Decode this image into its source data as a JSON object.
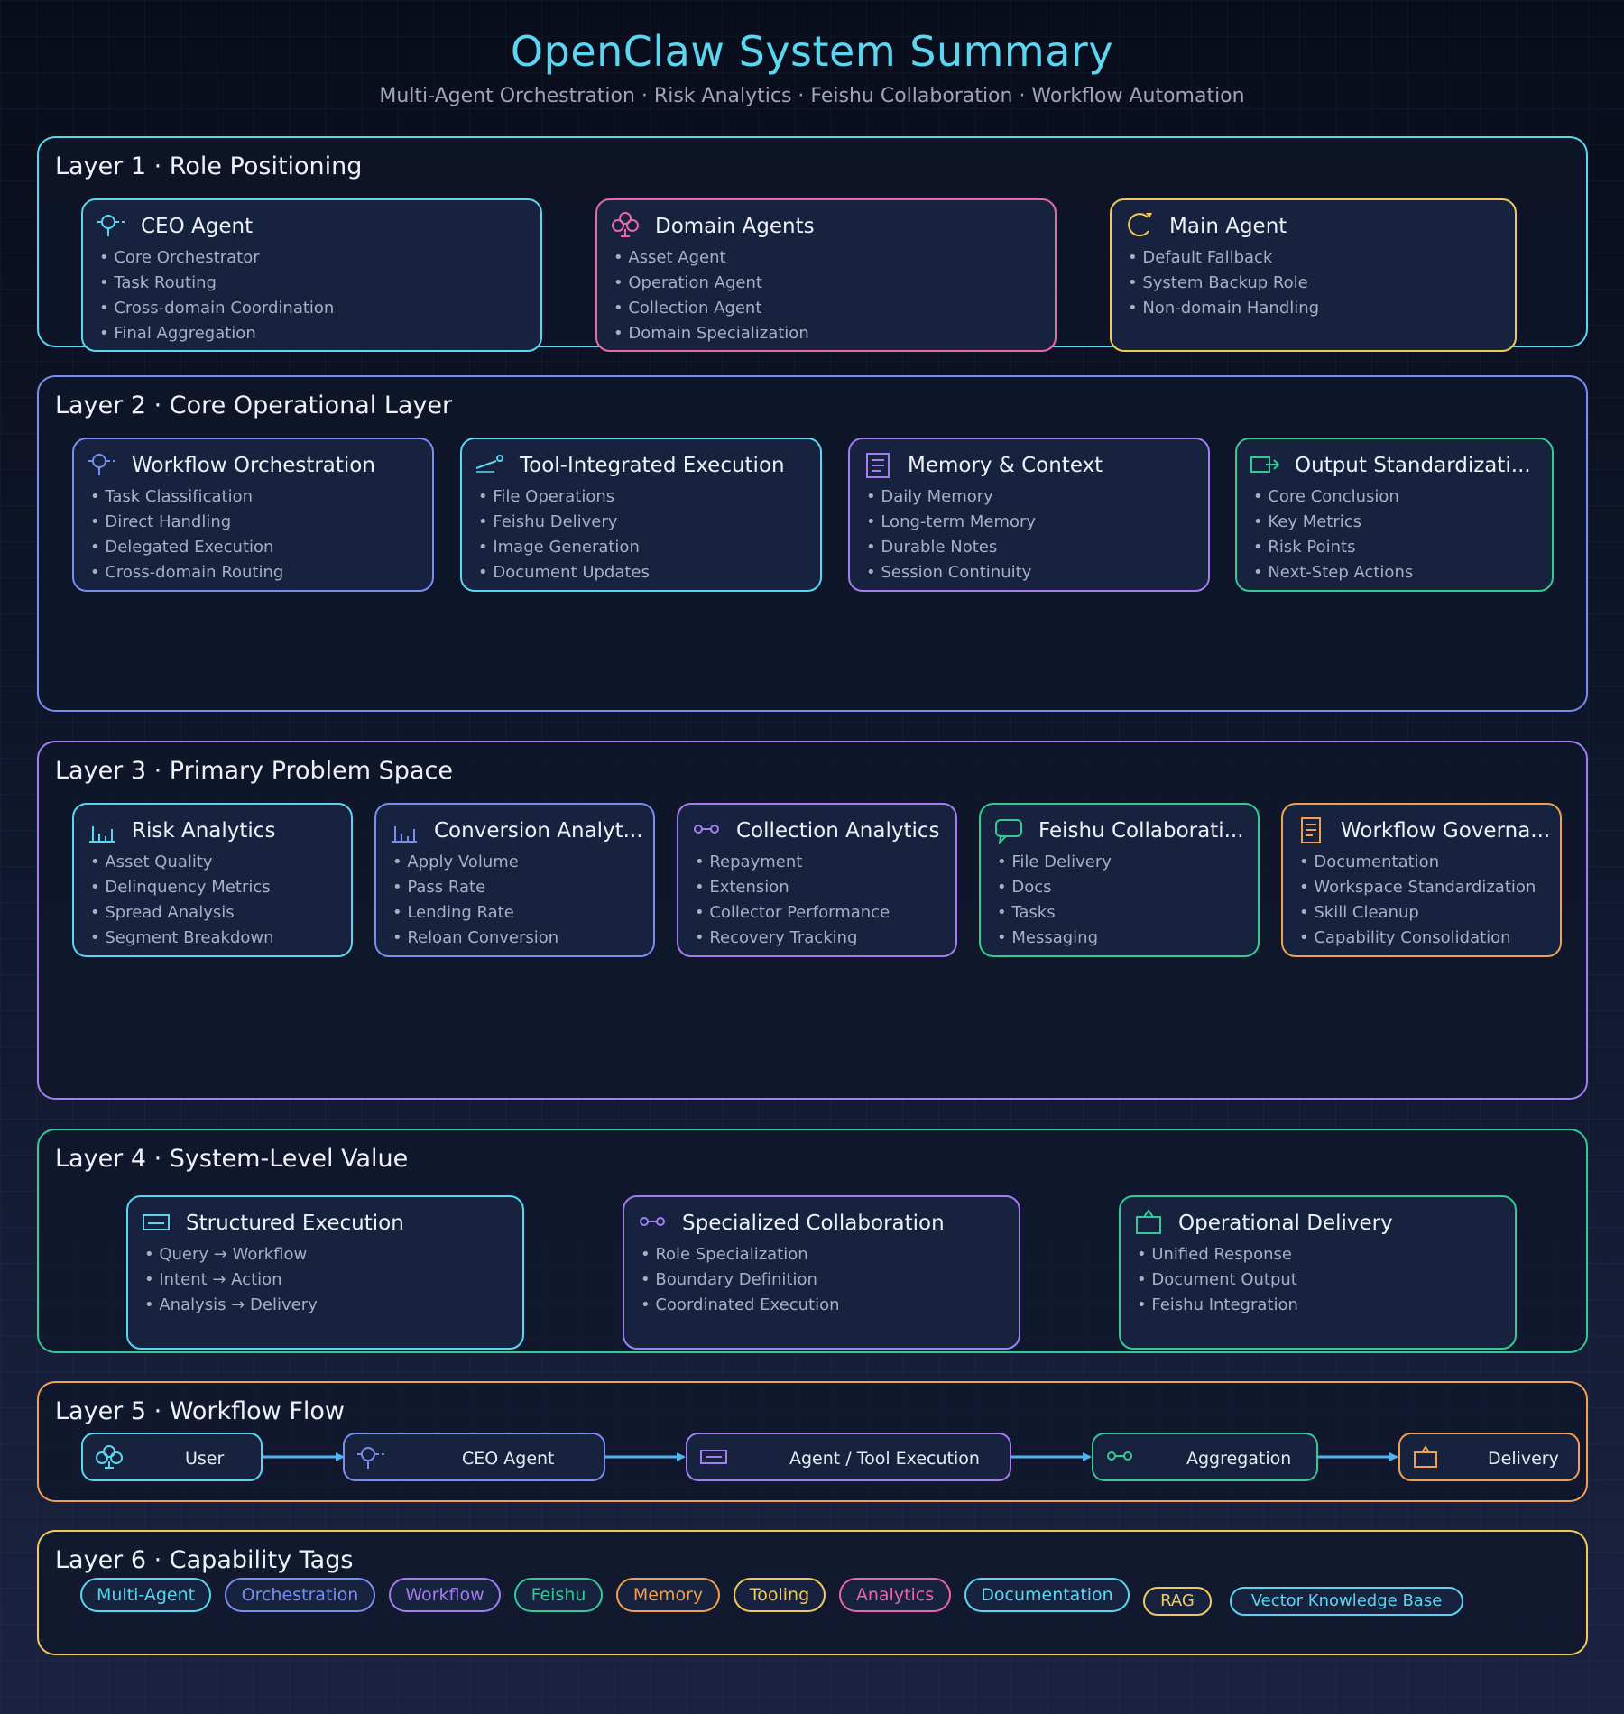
{
  "header": {
    "title": "OpenClaw System Summary",
    "subtitle": "Multi-Agent Orchestration · Risk Analytics · Feishu Collaboration · Workflow Automation"
  },
  "colors": {
    "cyan": "#5cd6f0",
    "pink": "#e868a8",
    "yellow": "#f0ca5a",
    "blue": "#7a8df0",
    "purple": "#a27ef0",
    "green": "#34c995",
    "orange": "#f0a050"
  },
  "layer1": {
    "title": "Layer 1 · Role Positioning",
    "cards": [
      {
        "title": "CEO Agent",
        "icon": "target-icon",
        "items": [
          "Core Orchestrator",
          "Task Routing",
          "Cross-domain Coordination",
          "Final Aggregation"
        ]
      },
      {
        "title": "Domain Agents",
        "icon": "network-icon",
        "items": [
          "Asset Agent",
          "Operation Agent",
          "Collection Agent",
          "Domain Specialization"
        ]
      },
      {
        "title": "Main Agent",
        "icon": "refresh-icon",
        "items": [
          "Default Fallback",
          "System Backup Role",
          "Non-domain Handling"
        ]
      }
    ]
  },
  "layer2": {
    "title": "Layer 2 · Core Operational Layer",
    "cards": [
      {
        "title": "Workflow Orchestration",
        "icon": "target-icon",
        "items": [
          "Task Classification",
          "Direct Handling",
          "Delegated Execution",
          "Cross-domain Routing"
        ]
      },
      {
        "title": "Tool-Integrated Execution",
        "icon": "wrench-icon",
        "items": [
          "File Operations",
          "Feishu Delivery",
          "Image Generation",
          "Document Updates"
        ]
      },
      {
        "title": "Memory & Context",
        "icon": "document-icon",
        "items": [
          "Daily Memory",
          "Long-term Memory",
          "Durable Notes",
          "Session Continuity"
        ]
      },
      {
        "title": "Output Standardizati...",
        "icon": "export-icon",
        "items": [
          "Core Conclusion",
          "Key Metrics",
          "Risk Points",
          "Next-Step Actions"
        ]
      }
    ]
  },
  "layer3": {
    "title": "Layer 3 · Primary Problem Space",
    "cards": [
      {
        "title": "Risk Analytics",
        "icon": "bar-chart-icon",
        "items": [
          "Asset Quality",
          "Delinquency Metrics",
          "Spread Analysis",
          "Segment Breakdown"
        ]
      },
      {
        "title": "Conversion Analyt...",
        "icon": "bar-chart-icon",
        "items": [
          "Apply Volume",
          "Pass Rate",
          "Lending Rate",
          "Reloan Conversion"
        ]
      },
      {
        "title": "Collection Analytics",
        "icon": "link-icon",
        "items": [
          "Repayment",
          "Extension",
          "Collector Performance",
          "Recovery Tracking"
        ]
      },
      {
        "title": "Feishu Collaborati...",
        "icon": "chat-icon",
        "items": [
          "File Delivery",
          "Docs",
          "Tasks",
          "Messaging"
        ]
      },
      {
        "title": "Workflow Governa...",
        "icon": "document-icon",
        "items": [
          "Documentation",
          "Workspace Standardization",
          "Skill Cleanup",
          "Capability Consolidation"
        ]
      }
    ]
  },
  "layer4": {
    "title": "Layer 4 · System-Level Value",
    "cards": [
      {
        "title": "Structured Execution",
        "icon": "terminal-icon",
        "items": [
          "Query → Workflow",
          "Intent → Action",
          "Analysis → Delivery"
        ]
      },
      {
        "title": "Specialized Collaboration",
        "icon": "link-icon",
        "items": [
          "Role Specialization",
          "Boundary Definition",
          "Coordinated Execution"
        ]
      },
      {
        "title": "Operational Delivery",
        "icon": "package-icon",
        "items": [
          "Unified Response",
          "Document Output",
          "Feishu Integration"
        ]
      }
    ]
  },
  "layer5": {
    "title": "Layer 5 · Workflow Flow",
    "nodes": [
      {
        "label": "User",
        "icon": "network-icon"
      },
      {
        "label": "CEO Agent",
        "icon": "target-icon"
      },
      {
        "label": "Agent / Tool Execution",
        "icon": "terminal-icon"
      },
      {
        "label": "Aggregation",
        "icon": "link-icon"
      },
      {
        "label": "Delivery",
        "icon": "package-icon"
      }
    ]
  },
  "layer6": {
    "title": "Layer 6 · Capability Tags",
    "tags": [
      "Multi-Agent",
      "Orchestration",
      "Workflow",
      "Feishu",
      "Memory",
      "Tooling",
      "Analytics",
      "Documentation",
      "RAG",
      "Vector Knowledge Base"
    ]
  }
}
